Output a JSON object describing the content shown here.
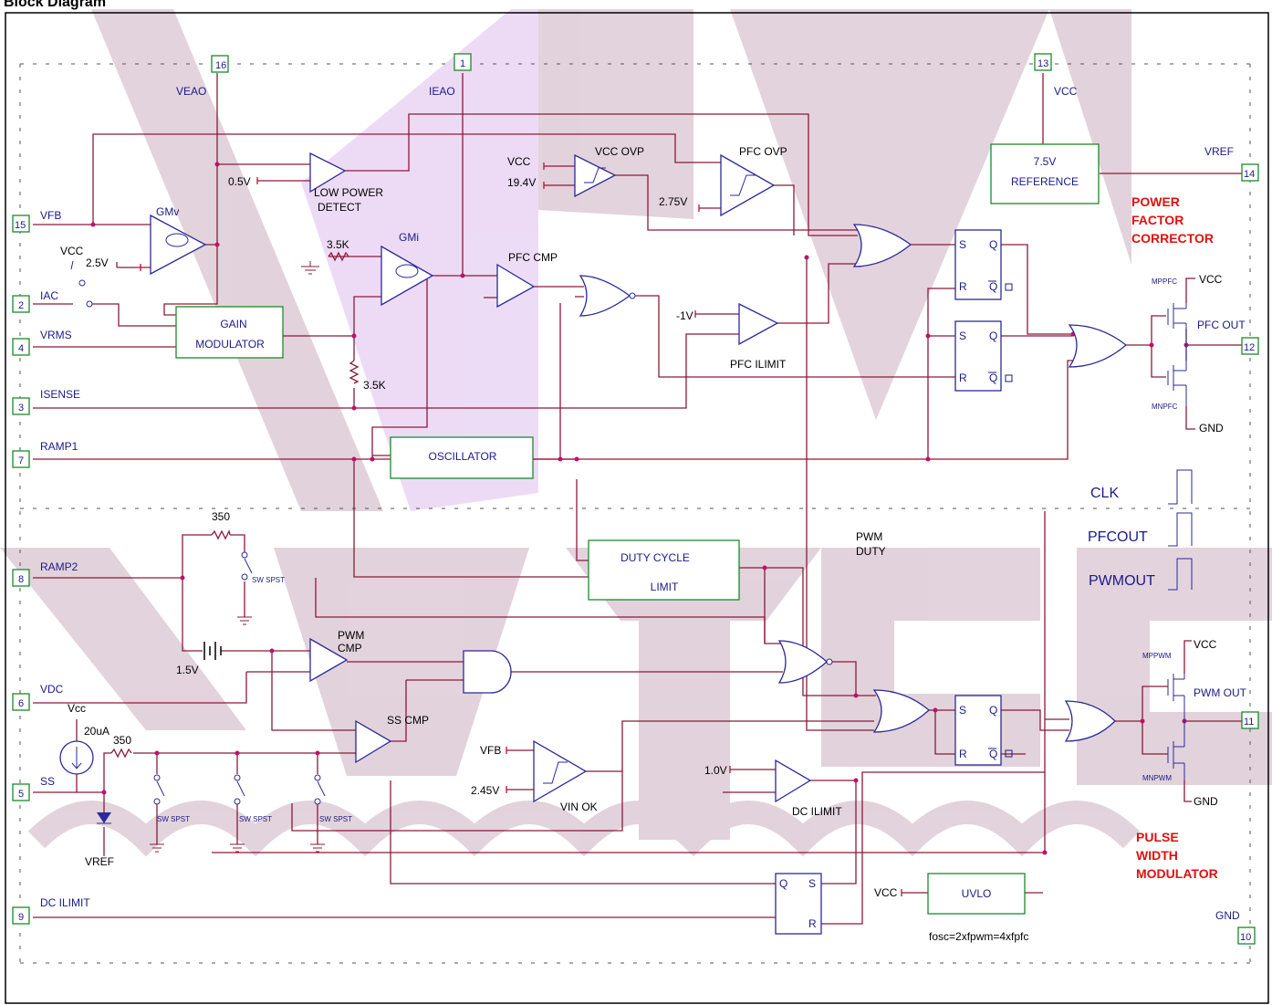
{
  "title": "Block Diagram",
  "colors": {
    "wire": "#8b1a3a",
    "block": "#1a8a2a",
    "gate": "#2a2a9a",
    "heading": "#e01010",
    "junction": "#c0106a"
  },
  "pins": {
    "p1": "1",
    "p3": "3",
    "p2": "2",
    "p4": "4",
    "p5": "5",
    "p6": "6",
    "p7": "7",
    "p8": "8",
    "p9": "9",
    "p10": "10",
    "p11": "11",
    "p12": "12",
    "p13": "13",
    "p14": "14",
    "p15": "15",
    "p16": "16"
  },
  "nets": {
    "veao": "VEAO",
    "ieao": "IEAO",
    "vcc_top": "VCC",
    "vref_right": "VREF",
    "vfb": "VFB",
    "vcc_iac": "VCC",
    "iac": "IAC",
    "vrms": "VRMS",
    "isense": "ISENSE",
    "ramp1": "RAMP1",
    "ramp2": "RAMP2",
    "vdc": "VDC",
    "ss": "SS",
    "dc_ilimit_pin": "DC ILIMIT",
    "vcc_ss": "Vcc",
    "vref_ss": "VREF",
    "gnd_right": "GND",
    "vcc_pfc": "VCC",
    "gnd_pfc": "GND",
    "vcc_pwm": "VCC",
    "gnd_pwm": "GND",
    "pfc_out": "PFC OUT",
    "pwm_out": "PWM OUT",
    "vcc_ovp_in": "VCC",
    "vfb_vin": "VFB",
    "vcc_uvlo": "VCC"
  },
  "values": {
    "v05": "0.5V",
    "v25": "2.5V",
    "r35k": "3.5K",
    "r35k2": "3.5K",
    "v194": "19.4V",
    "v275": "2.75V",
    "vm1": "-1V",
    "r350": "350",
    "v15": "1.5V",
    "i20": "20uA",
    "r350b": "350",
    "v245": "2.45V",
    "v10": "1.0V"
  },
  "blocks": {
    "lowpower": [
      "LOW POWER",
      "DETECT"
    ],
    "gmv": "GMv",
    "gmi": "GMi",
    "gain": [
      "GAIN",
      "MODULATOR"
    ],
    "osc": "OSCILLATOR",
    "duty": [
      "DUTY CYCLE",
      "LIMIT"
    ],
    "ref": [
      "7.5V",
      "REFERENCE"
    ],
    "uvlo": "UVLO",
    "vccovp": "VCC OVP",
    "pfcovp": "PFC OVP",
    "pfccmp": "PFC CMP",
    "pfcilimit": "PFC ILIMIT",
    "pwmcmp": [
      "PWM",
      "CMP"
    ],
    "sscmp": "SS CMP",
    "vinok": "VIN OK",
    "dcilimit": "DC ILIMIT",
    "pwmduty": [
      "PWM",
      "DUTY"
    ]
  },
  "ff": {
    "s": "S",
    "r": "R",
    "q": "Q",
    "qb": "Q"
  },
  "transistors": {
    "mppfc": "MPPFC",
    "mnpfc": "MNPFC",
    "mppwm": "MPPWM",
    "mnpwm": "MNPWM"
  },
  "switch_label": "SW SPST",
  "headings": {
    "pfc": [
      "POWER",
      "FACTOR",
      "CORRECTOR"
    ],
    "pwm": [
      "PULSE",
      "WIDTH",
      "MODULATOR"
    ]
  },
  "timing": {
    "clk": "CLK",
    "pfcout": "PFCOUT",
    "pwmout": "PWMOUT"
  },
  "note": "fosc=2xfpwm=4xfpfc"
}
